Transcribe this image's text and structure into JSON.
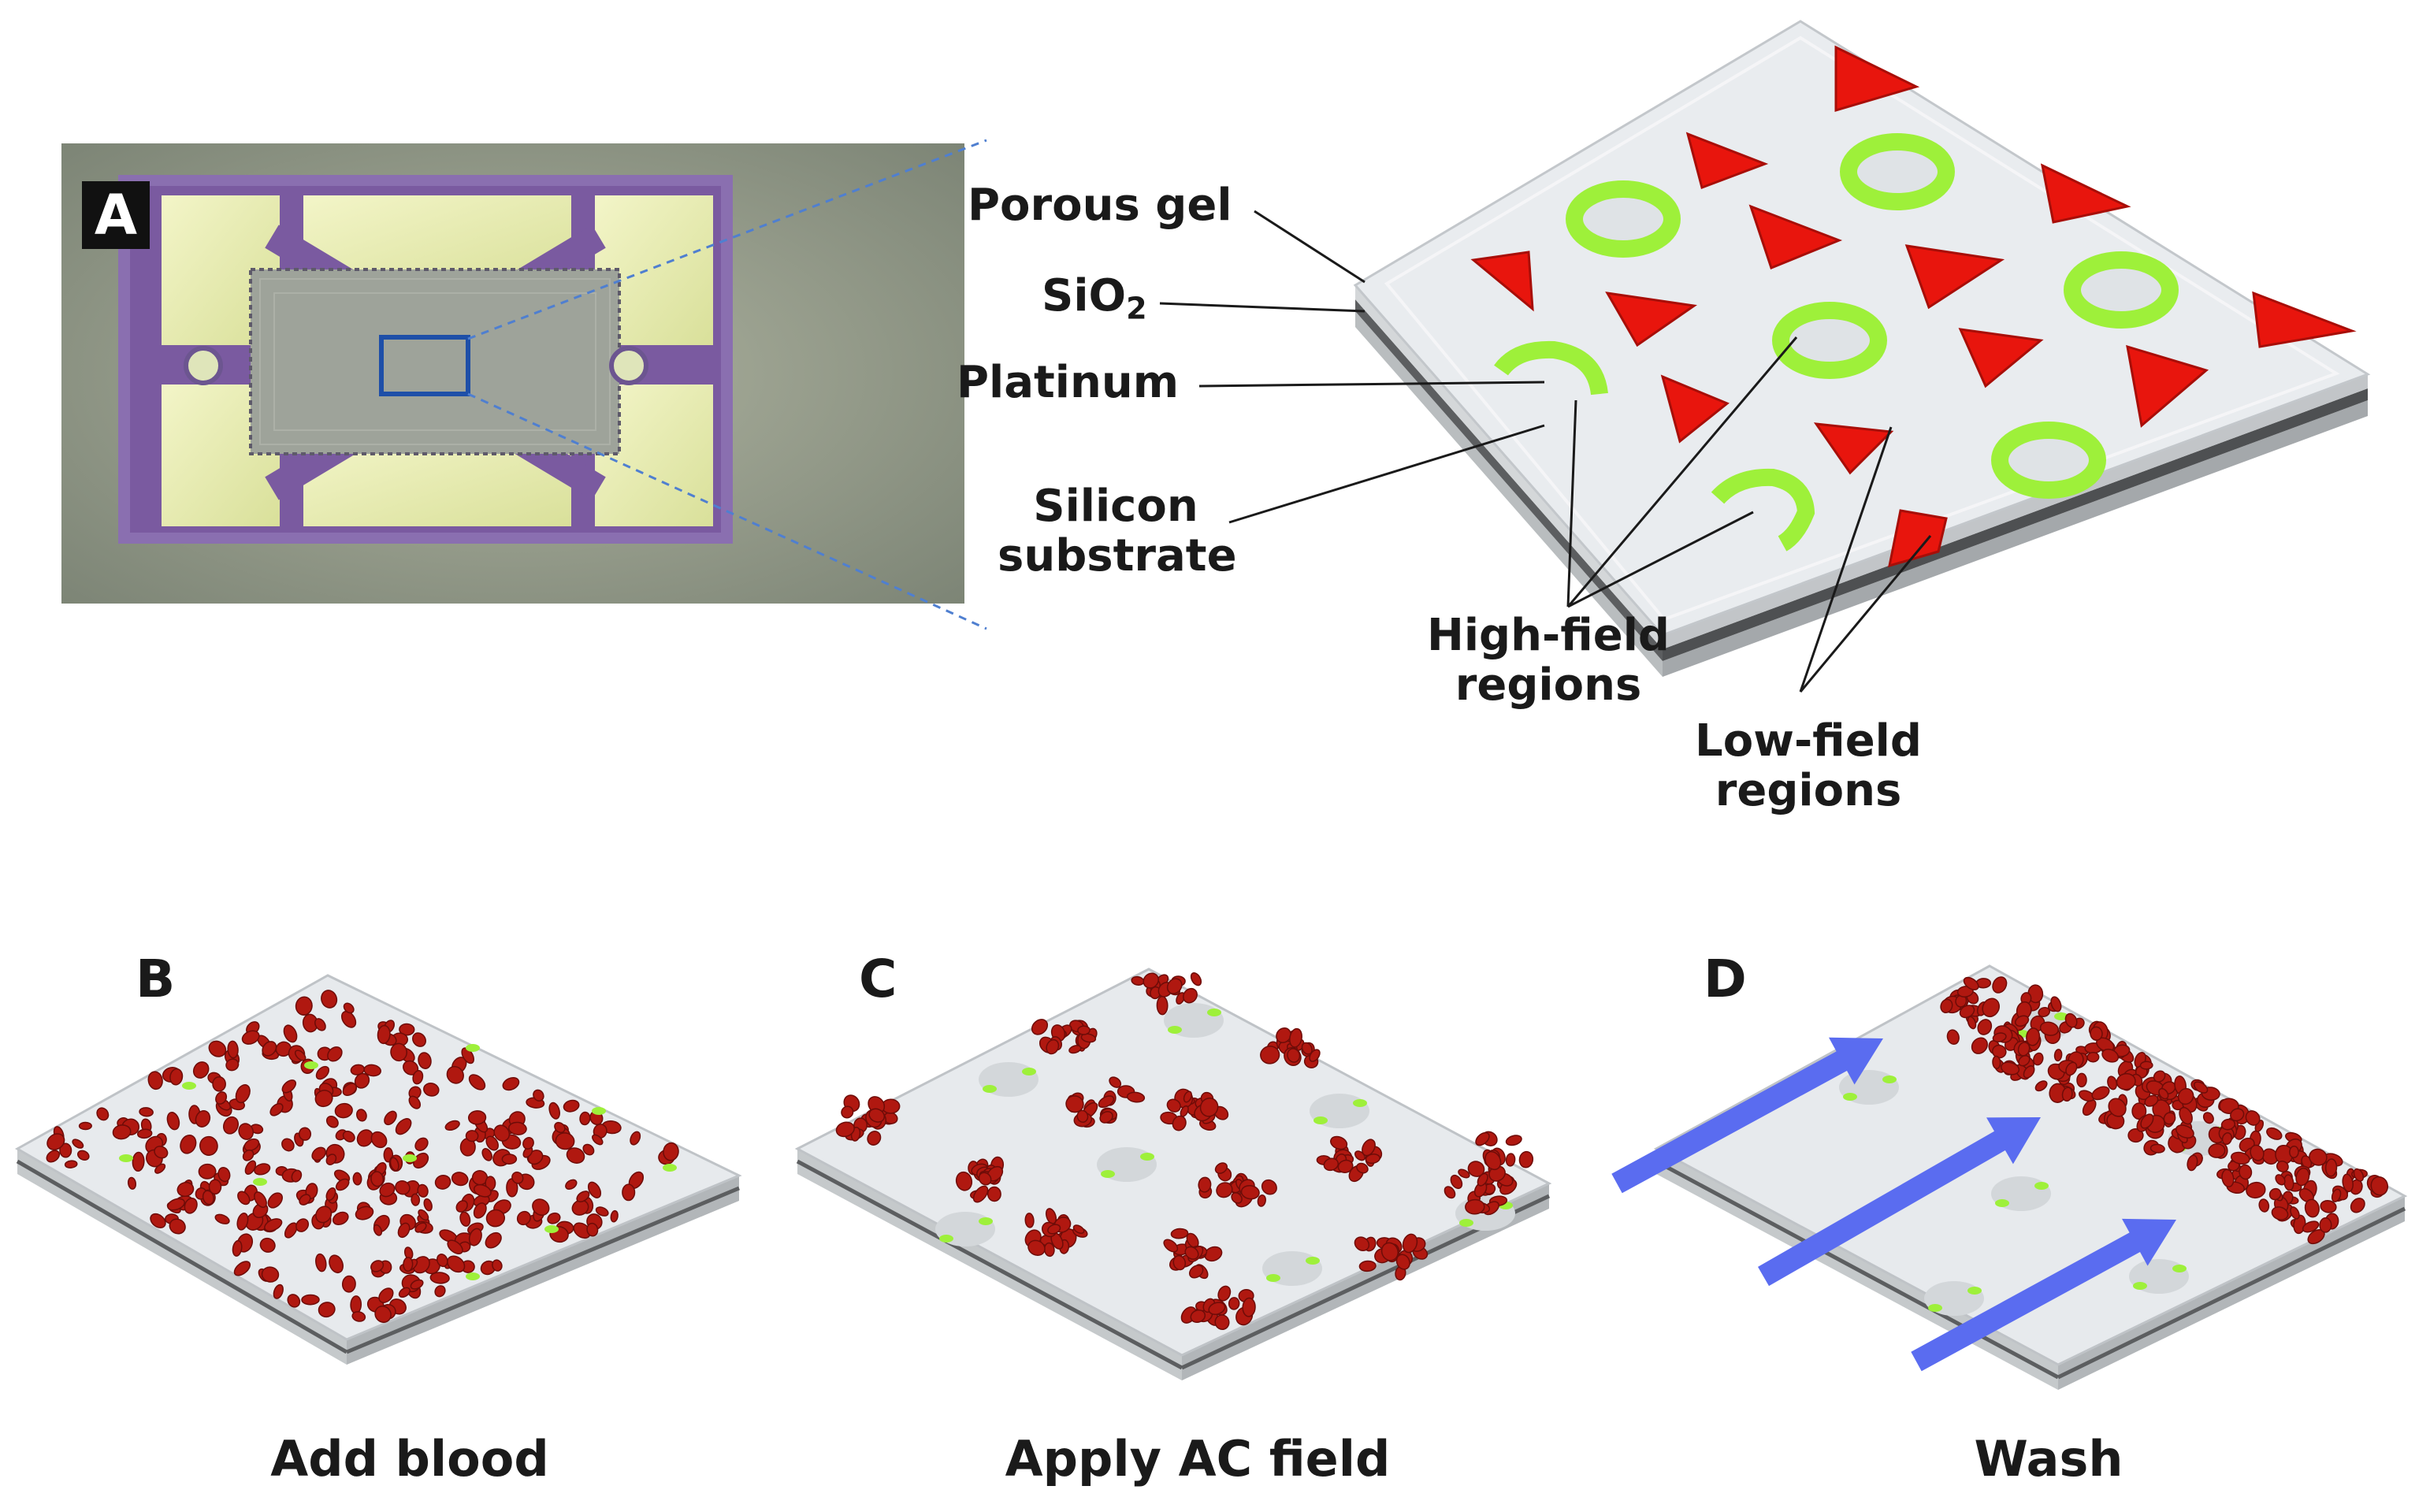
{
  "panels": {
    "a": {
      "letter": "A",
      "labels": {
        "porous_gel": "Porous gel",
        "sio2_main": "SiO",
        "sio2_sub": "2",
        "platinum": "Platinum",
        "silicon_line1": "Silicon",
        "silicon_line2": "substrate",
        "high_line1": "High-field",
        "high_line2": "regions",
        "low_line1": "Low-field",
        "low_line2": "regions"
      }
    },
    "b": {
      "letter": "B",
      "caption": "Add blood"
    },
    "c": {
      "letter": "C",
      "caption": "Apply AC field"
    },
    "d": {
      "letter": "D",
      "caption": "Wash"
    }
  },
  "colors": {
    "high_field_ring": "#9ef03a",
    "low_field_triangle": "#e8150d",
    "blood_cell": "#b01810",
    "wash_arrow": "#5a6cf0",
    "chip_purple": "#7a5aa0",
    "chip_pad": "#e8ecb0",
    "gel_surface": "#e9ecef"
  }
}
